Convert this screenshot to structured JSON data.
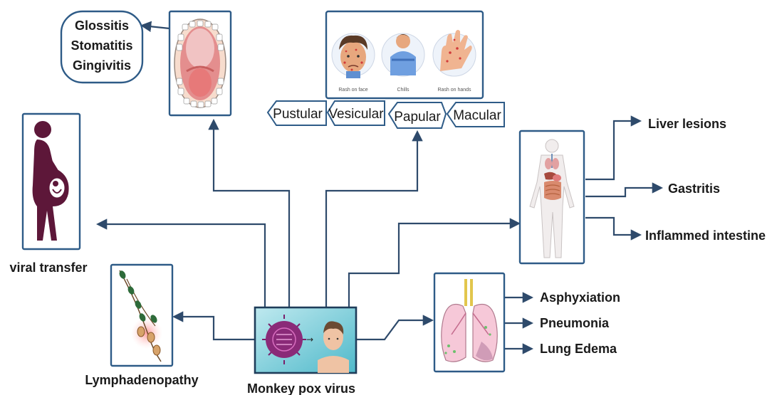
{
  "center": {
    "label": "Monkey pox virus"
  },
  "mouth": {
    "items": [
      "Glossitis",
      "Stomatitis",
      "Gingivitis"
    ]
  },
  "skin": {
    "captions": [
      "Rash on face",
      "Chills",
      "Rash on hands"
    ],
    "lesion_types": [
      "Pustular",
      "Vesicular",
      "Papular",
      "Macular"
    ]
  },
  "viral_transfer": {
    "label": "viral transfer"
  },
  "lymph": {
    "label": "Lymphadenopathy"
  },
  "body": {
    "items": [
      "Liver lesions",
      "Gastritis",
      "Inflammed intestine"
    ]
  },
  "lungs": {
    "items": [
      "Asphyxiation",
      "Pneumonia",
      "Lung Edema"
    ]
  },
  "colors": {
    "connector": "#2e4a6b",
    "box_border": "#2e5b87",
    "center_bg": "#5bc7d6"
  }
}
